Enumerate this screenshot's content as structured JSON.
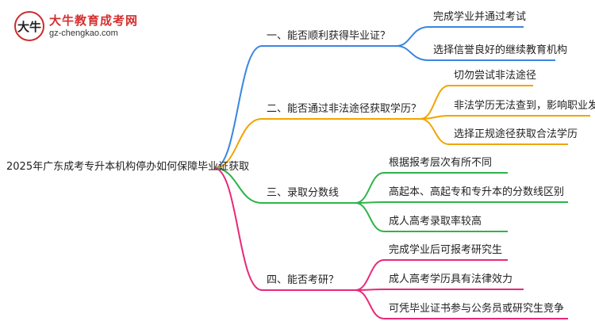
{
  "logo": {
    "badge_text": "大牛",
    "name": "大牛教育成考网",
    "url": "gz-chengkao.com"
  },
  "root": {
    "label": "2025年广东成考专升本机构停办如何保障毕业证获取"
  },
  "branches": [
    {
      "label": "一、能否顺利获得毕业证？",
      "color": "#3a86e0",
      "children": [
        "完成学业并通过考试",
        "选择信誉良好的继续教育机构"
      ]
    },
    {
      "label": "二、能否通过非法途径获取学历？",
      "color": "#f0a500",
      "children": [
        "切勿尝试非法途径",
        "非法学历无法查到，影响职业发展",
        "选择正规途径获取合法学历"
      ]
    },
    {
      "label": "三、录取分数线",
      "color": "#2fb34a",
      "children": [
        "根据报考层次有所不同",
        "高起本、高起专和专升本的分数线区别",
        "成人高考录取率较高"
      ]
    },
    {
      "label": "四、能否考研？",
      "color": "#e8287a",
      "children": [
        "完成学业后可报考研究生",
        "成人高考学历具有法律效力",
        "可凭毕业证书参与公务员或研究生竞争"
      ]
    }
  ]
}
